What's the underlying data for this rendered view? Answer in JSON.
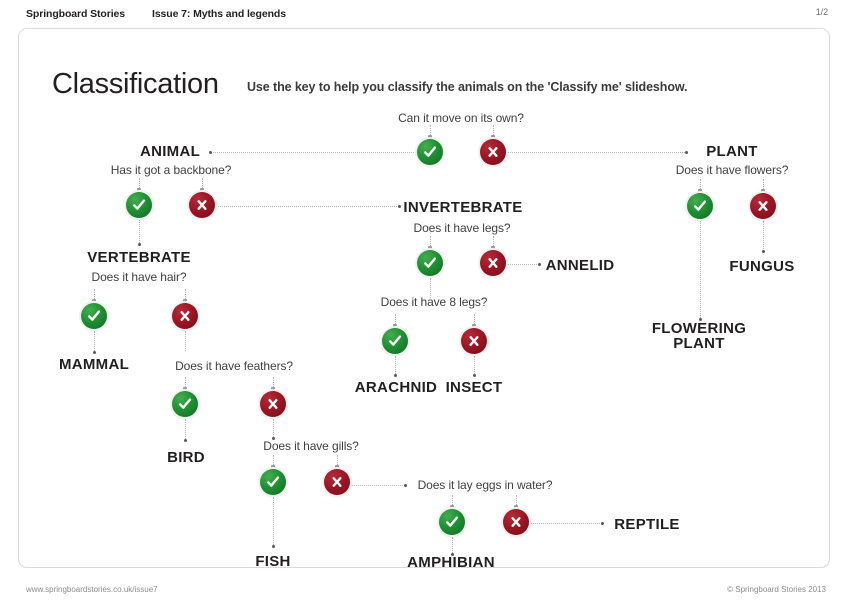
{
  "header": {
    "brand": "Springboard Stories",
    "issue": "Issue 7: Myths and legends",
    "page": "1/2"
  },
  "footer": {
    "url": "www.springboardstories.co.uk/issue7",
    "copyright": "© Springboard Stories 2013"
  },
  "page": {
    "title": "Classification",
    "instruction": "Use the key to help you classify the animals on the 'Classify me' slideshow."
  },
  "colors": {
    "yes": "#1f9033",
    "no": "#9c1624",
    "text": "#231f20",
    "line": "#b3b4b6",
    "border": "#d9dadb"
  },
  "tree": {
    "questions": [
      {
        "id": "q-move",
        "text": "Can it move on its own?"
      },
      {
        "id": "q-backbone",
        "text": "Has it got a backbone?"
      },
      {
        "id": "q-flowers",
        "text": "Does it have flowers?"
      },
      {
        "id": "q-legs",
        "text": "Does it have legs?"
      },
      {
        "id": "q-hair",
        "text": "Does it have hair?"
      },
      {
        "id": "q-8legs",
        "text": "Does it have 8 legs?"
      },
      {
        "id": "q-feathers",
        "text": "Does it have feathers?"
      },
      {
        "id": "q-gills",
        "text": "Does it have gills?"
      },
      {
        "id": "q-eggs",
        "text": "Does it lay eggs in water?"
      }
    ],
    "categories": [
      {
        "id": "cat-animal",
        "text": "ANIMAL"
      },
      {
        "id": "cat-plant",
        "text": "PLANT"
      },
      {
        "id": "cat-vertebrate",
        "text": "VERTEBRATE"
      },
      {
        "id": "cat-invertebrate",
        "text": "INVERTEBRATE"
      },
      {
        "id": "cat-annelid",
        "text": "ANNELID"
      },
      {
        "id": "cat-fungus",
        "text": "FUNGUS"
      },
      {
        "id": "cat-flowering-1",
        "text": "FLOWERING"
      },
      {
        "id": "cat-flowering-2",
        "text": "PLANT"
      },
      {
        "id": "cat-mammal",
        "text": "MAMMAL"
      },
      {
        "id": "cat-arachnid",
        "text": "ARACHNID"
      },
      {
        "id": "cat-insect",
        "text": "INSECT"
      },
      {
        "id": "cat-bird",
        "text": "BIRD"
      },
      {
        "id": "cat-fish",
        "text": "FISH"
      },
      {
        "id": "cat-amphibian",
        "text": "AMPHIBIAN"
      },
      {
        "id": "cat-reptile",
        "text": "REPTILE"
      }
    ],
    "answers": [
      {
        "id": "a-move-yes",
        "value": "yes",
        "question": "Can it move on its own?",
        "leads_to": "ANIMAL"
      },
      {
        "id": "a-move-no",
        "value": "no",
        "question": "Can it move on its own?",
        "leads_to": "PLANT"
      },
      {
        "id": "a-backbone-yes",
        "value": "yes",
        "question": "Has it got a backbone?",
        "leads_to": "VERTEBRATE"
      },
      {
        "id": "a-backbone-no",
        "value": "no",
        "question": "Has it got a backbone?",
        "leads_to": "INVERTEBRATE"
      },
      {
        "id": "a-flowers-yes",
        "value": "yes",
        "question": "Does it have flowers?",
        "leads_to": "FLOWERING PLANT"
      },
      {
        "id": "a-flowers-no",
        "value": "no",
        "question": "Does it have flowers?",
        "leads_to": "FUNGUS"
      },
      {
        "id": "a-legs-yes",
        "value": "yes",
        "question": "Does it have legs?",
        "leads_to": "Does it have 8 legs?"
      },
      {
        "id": "a-legs-no",
        "value": "no",
        "question": "Does it have legs?",
        "leads_to": "ANNELID"
      },
      {
        "id": "a-hair-yes",
        "value": "yes",
        "question": "Does it have hair?",
        "leads_to": "MAMMAL"
      },
      {
        "id": "a-hair-no",
        "value": "no",
        "question": "Does it have hair?",
        "leads_to": "Does it have feathers?"
      },
      {
        "id": "a-8legs-yes",
        "value": "yes",
        "question": "Does it have 8 legs?",
        "leads_to": "ARACHNID"
      },
      {
        "id": "a-8legs-no",
        "value": "no",
        "question": "Does it have 8 legs?",
        "leads_to": "INSECT"
      },
      {
        "id": "a-feathers-yes",
        "value": "yes",
        "question": "Does it have feathers?",
        "leads_to": "BIRD"
      },
      {
        "id": "a-feathers-no",
        "value": "no",
        "question": "Does it have feathers?",
        "leads_to": "Does it have gills?"
      },
      {
        "id": "a-gills-yes",
        "value": "yes",
        "question": "Does it have gills?",
        "leads_to": "FISH"
      },
      {
        "id": "a-gills-no",
        "value": "no",
        "question": "Does it have gills?",
        "leads_to": "Does it lay eggs in water?"
      },
      {
        "id": "a-eggs-yes",
        "value": "yes",
        "question": "Does it lay eggs in water?",
        "leads_to": "AMPHIBIAN"
      },
      {
        "id": "a-eggs-no",
        "value": "no",
        "question": "Does it lay eggs in water?",
        "leads_to": "REPTILE"
      }
    ]
  }
}
